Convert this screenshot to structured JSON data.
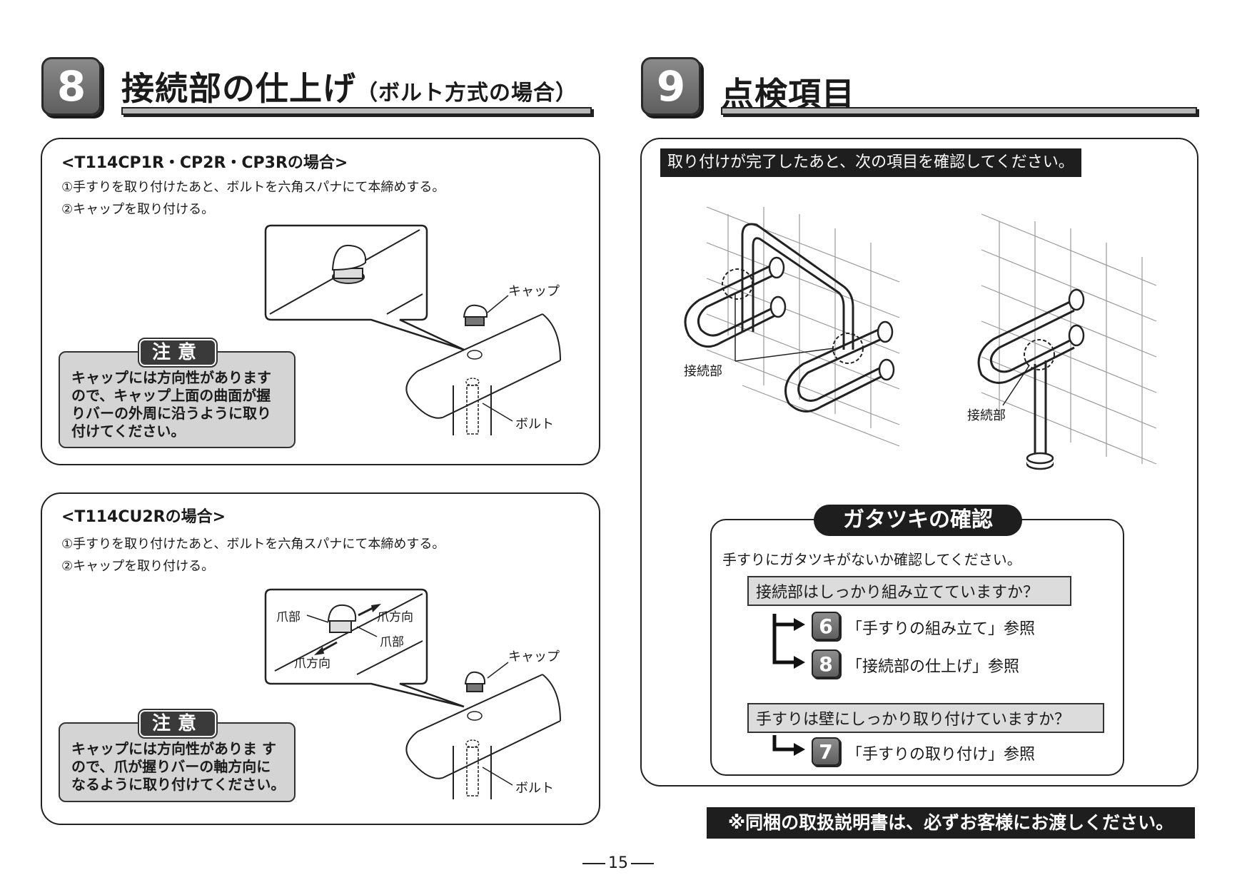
{
  "section8": {
    "number": "8",
    "title": "接続部の仕上げ",
    "title_suffix": "（ボルト方式の場合）",
    "panel1": {
      "heading": "<T114CP1R・CP2R・CP3Rの場合>",
      "step1": "①手すりを取り付けたあと、ボルトを六角スパナにて本締めする。",
      "step2": "②キャップを取り付ける。",
      "cap_label": "キャップ",
      "bolt_label": "ボルト",
      "caution_tag": "注意",
      "caution_lines": [
        "キャップには方向性があります",
        "ので、キャップ上面の曲面が握",
        "りバーの外周に沿うように取り",
        "付けてください。"
      ]
    },
    "panel2": {
      "heading": "<T114CU2Rの場合>",
      "step1": "①手すりを取り付けたあと、ボルトを六角スパナにて本締めする。",
      "step2": "②キャップを取り付ける。",
      "claw_label": "爪部",
      "claw_dir_label": "爪方向",
      "cap_label": "キャップ",
      "bolt_label": "ボルト",
      "caution_tag": "注意",
      "caution_lines": [
        "キャップには方向性がありま す",
        "ので、爪が握りバーの軸方向に",
        "なるように取り付けてください。"
      ]
    }
  },
  "section9": {
    "number": "9",
    "title": "点検項目",
    "banner": "取り付けが完了したあと、次の項目を確認してください。",
    "joint_label": "接続部",
    "check_box": {
      "title": "ガタツキの確認",
      "intro": "手すりにガタツキがないか確認してください。",
      "question1": "接続部はしっかり組み立てていますか？",
      "refs1": [
        {
          "num": "6",
          "text": "「手すりの組み立て」参照"
        },
        {
          "num": "8",
          "text": "「接続部の仕上げ」参照"
        }
      ],
      "question2": "手すりは壁にしっかり取り付けていますか？",
      "refs2": [
        {
          "num": "7",
          "text": "「手すりの取り付け」参照"
        }
      ]
    },
    "footer_notice": "※同梱の取扱説明書は、必ずお客様にお渡しください。"
  },
  "page_number": "15"
}
